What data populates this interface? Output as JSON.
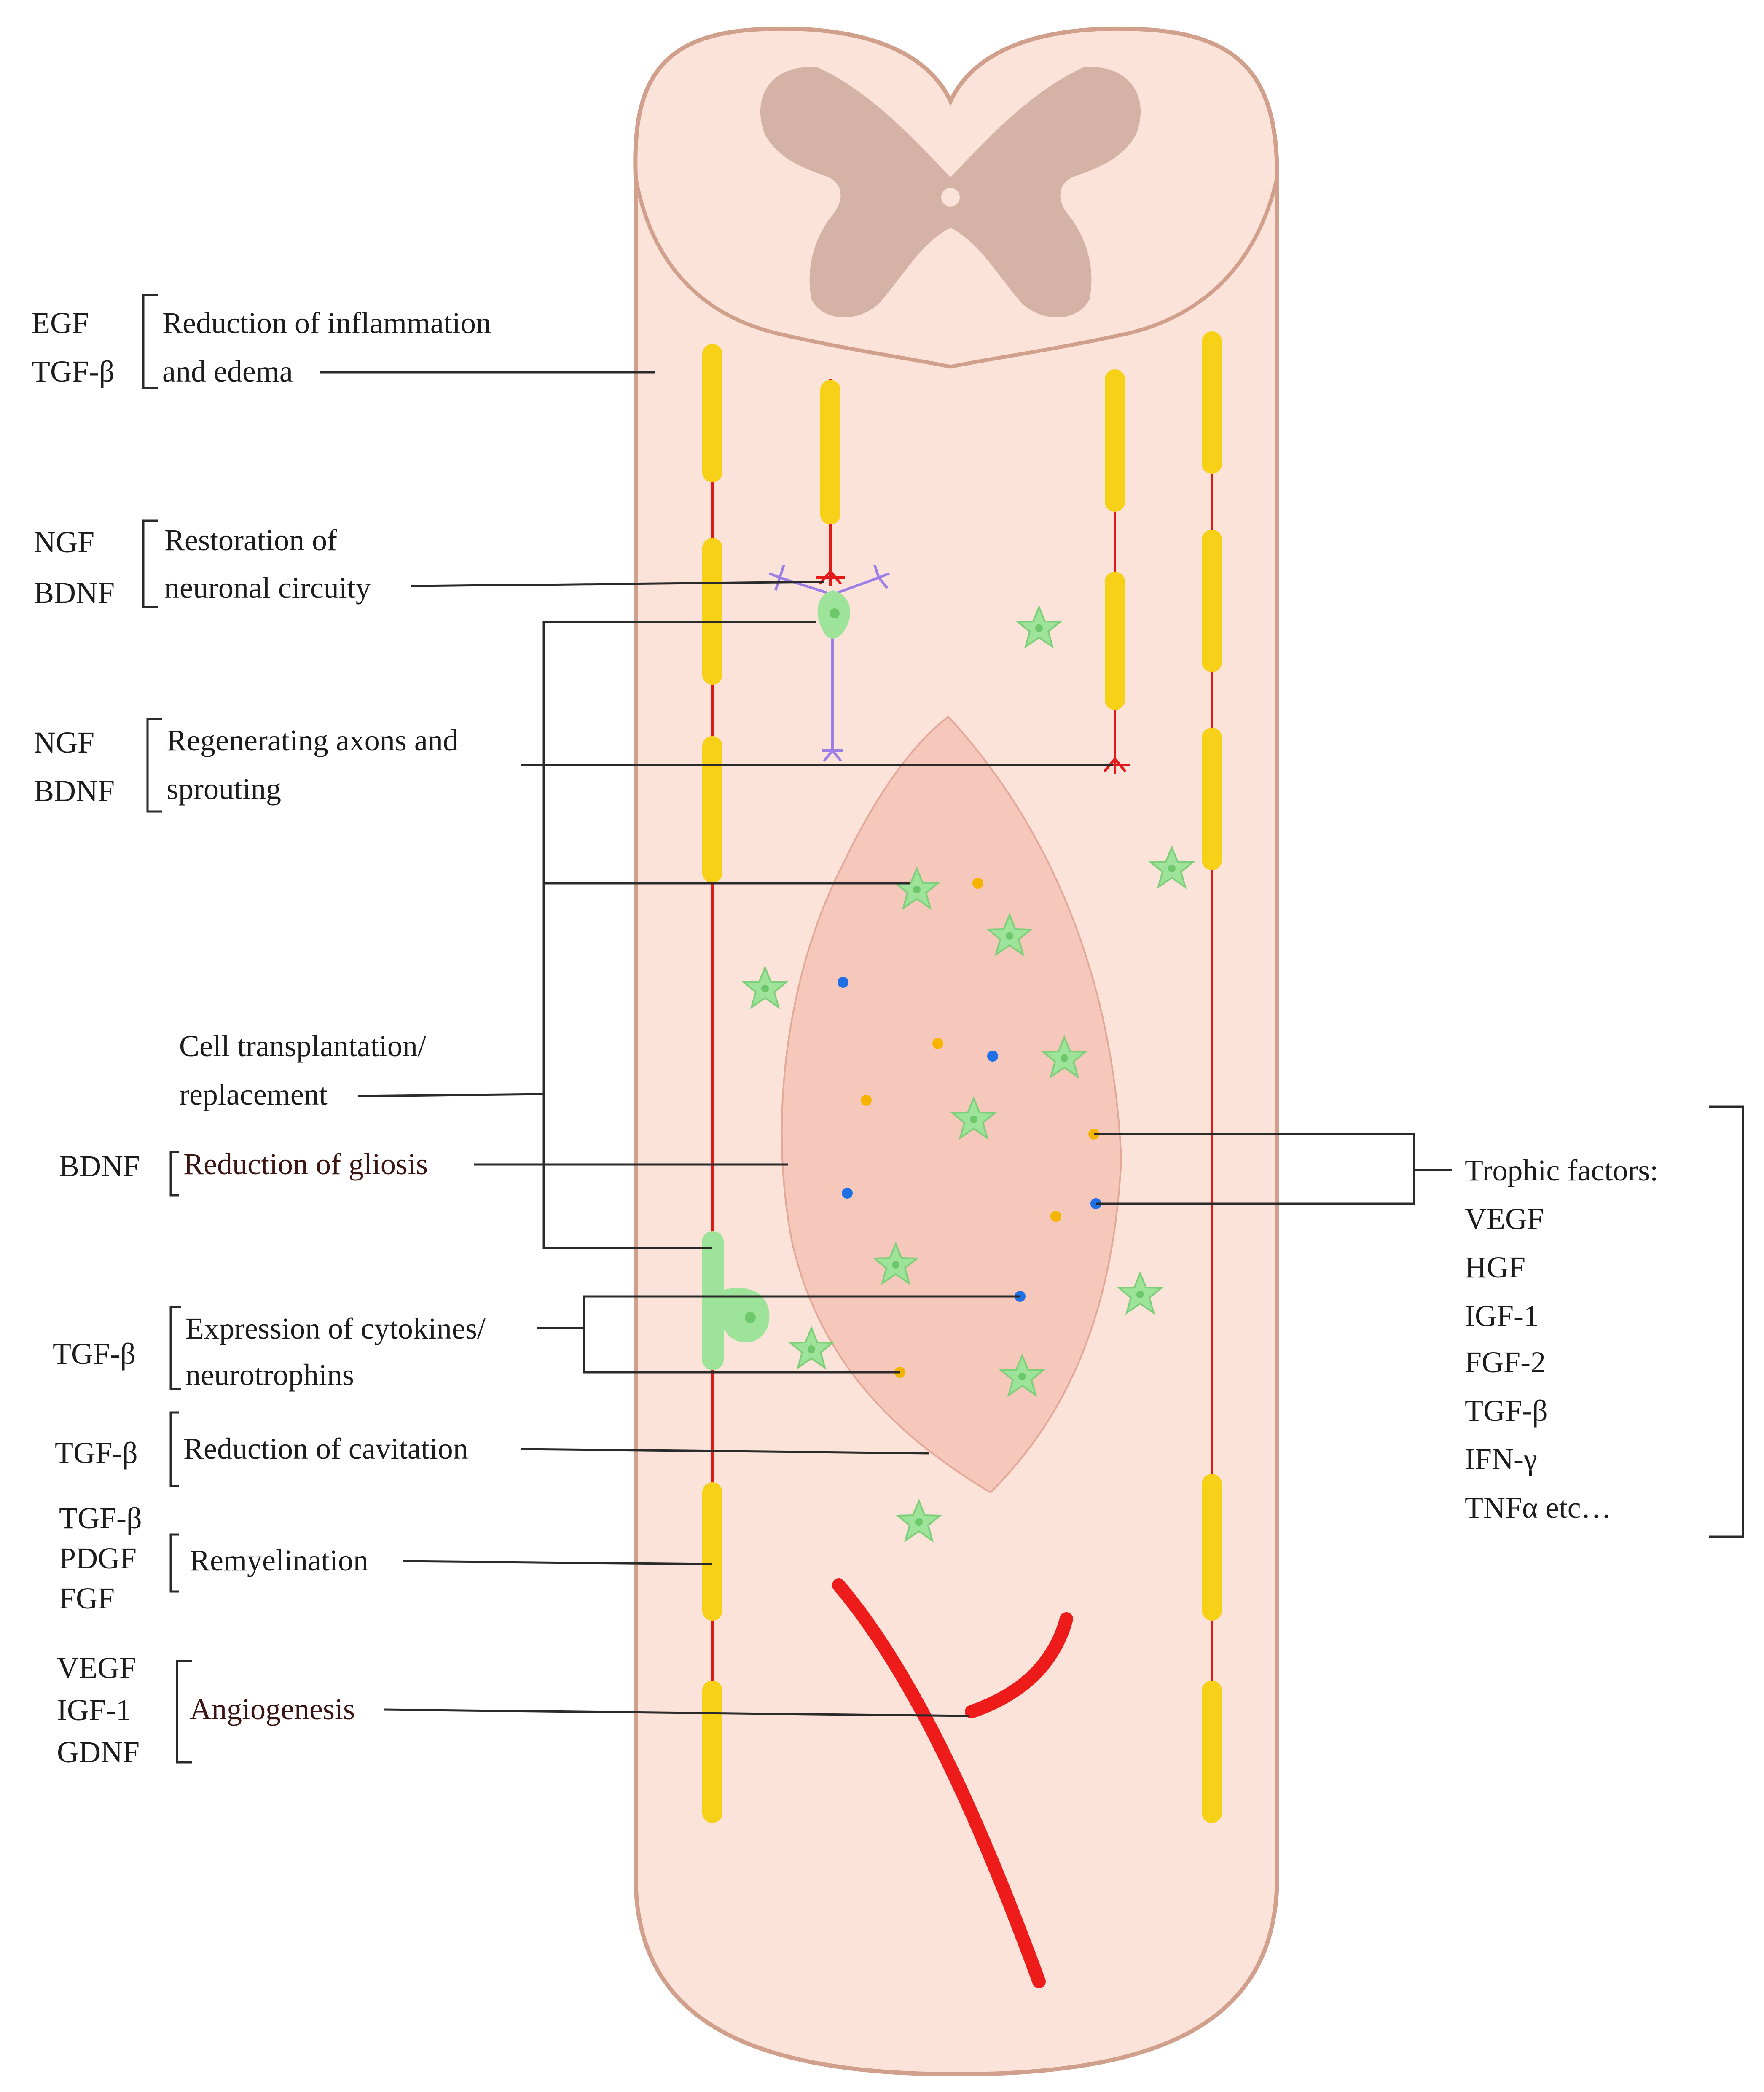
{
  "colors": {
    "tissue": "#fbe3d9",
    "tissue_border": "#d1a08c",
    "gray_matter": "#d4b3a6",
    "lesion": "#f6c8bb",
    "myelin": "#f7d117",
    "axon": "#e21a1a",
    "cell_green": "#9ee39a",
    "neuron_purple": "#9b7fe6",
    "dot_yellow": "#f4b400",
    "dot_blue": "#1f6fe5",
    "vessel": "#ee1b1b"
  },
  "left_labels": [
    {
      "factors": [
        "EGF",
        "TGF-β"
      ],
      "effect": [
        "Reduction of inflammation",
        "and edema"
      ]
    },
    {
      "factors": [
        "NGF",
        "BDNF"
      ],
      "effect": [
        "Restoration of",
        "neuronal circuity"
      ]
    },
    {
      "factors": [
        "NGF",
        "BDNF"
      ],
      "effect": [
        "Regenerating axons and",
        "sprouting"
      ]
    },
    {
      "factors": [],
      "effect": [
        "Cell transplantation/",
        "replacement"
      ]
    },
    {
      "factors": [
        "BDNF"
      ],
      "effect": [
        "Reduction of gliosis"
      ]
    },
    {
      "factors": [
        "TGF-β"
      ],
      "effect": [
        "Expression of cytokines/",
        "neurotrophins"
      ]
    },
    {
      "factors": [
        "TGF-β"
      ],
      "effect": [
        "Reduction of cavitation"
      ]
    },
    {
      "factors": [
        "TGF-β",
        "PDGF",
        "FGF"
      ],
      "effect": [
        "Remyelination"
      ]
    },
    {
      "factors": [
        "VEGF",
        "IGF-1",
        "GDNF"
      ],
      "effect": [
        "Angiogenesis"
      ]
    }
  ],
  "right_labels": {
    "heading": "Trophic factors:",
    "items": [
      "VEGF",
      "HGF",
      "IGF-1",
      "FGF-2",
      "TGF-β",
      "IFN-γ",
      "TNFα etc…"
    ]
  }
}
